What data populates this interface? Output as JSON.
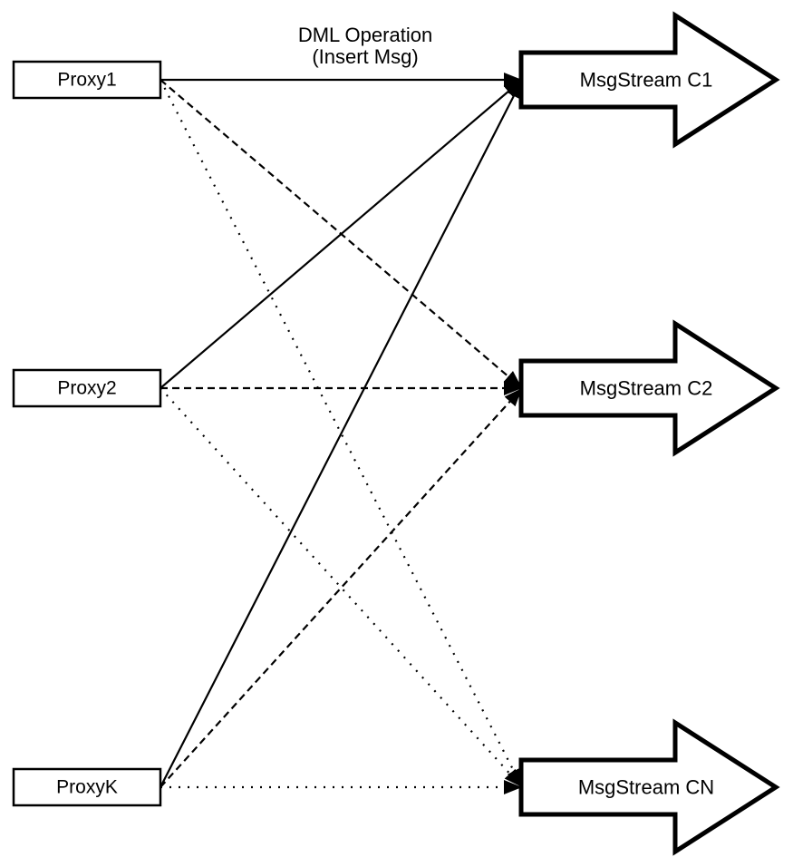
{
  "annotation": {
    "line1": "DML Operation",
    "line2": "(Insert Msg)"
  },
  "proxies": [
    {
      "label": "Proxy1"
    },
    {
      "label": "Proxy2"
    },
    {
      "label": "ProxyK"
    }
  ],
  "streams": [
    {
      "label": "MsgStream C1"
    },
    {
      "label": "MsgStream C2"
    },
    {
      "label": "MsgStream CN"
    }
  ],
  "connections": [
    {
      "from": "Proxy1",
      "to": "MsgStream C1",
      "line_style": "solid"
    },
    {
      "from": "Proxy2",
      "to": "MsgStream C1",
      "line_style": "solid"
    },
    {
      "from": "ProxyK",
      "to": "MsgStream C1",
      "line_style": "solid"
    },
    {
      "from": "Proxy1",
      "to": "MsgStream C2",
      "line_style": "dashed"
    },
    {
      "from": "Proxy2",
      "to": "MsgStream C2",
      "line_style": "dashed"
    },
    {
      "from": "ProxyK",
      "to": "MsgStream C2",
      "line_style": "dashed"
    },
    {
      "from": "Proxy1",
      "to": "MsgStream CN",
      "line_style": "dotted"
    },
    {
      "from": "Proxy2",
      "to": "MsgStream CN",
      "line_style": "dotted"
    },
    {
      "from": "ProxyK",
      "to": "MsgStream CN",
      "line_style": "dotted"
    }
  ],
  "colors": {
    "background": "#ffffff",
    "stroke": "#000000",
    "shape_fill": "#ffffff"
  }
}
